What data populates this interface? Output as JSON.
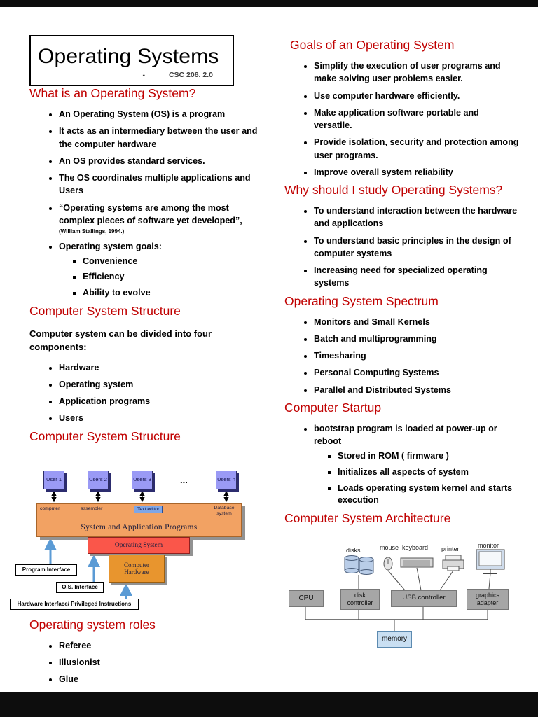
{
  "colors": {
    "heading_red": "#c00000",
    "apps_box_orange": "#f2a263",
    "os_box_red": "#fa564a",
    "hardware_box_orange": "#e8952e",
    "user_box_purple": "#9a9af5",
    "controller_gray": "#a6a6a6",
    "memory_blue": "#c9dff2"
  },
  "title_box": {
    "title": "Operating Systems",
    "dash": "-",
    "course": "CSC 208. 2.0"
  },
  "left": {
    "what_is": {
      "heading": "What is an Operating System?",
      "items": [
        "An Operating System (OS) is a program",
        "It acts as an intermediary between the user and the computer hardware",
        "An OS provides standard services.",
        "The OS coordinates multiple applications and Users",
        "“Operating systems are among the most complex pieces of software yet developed”,",
        "Operating system goals:"
      ],
      "citation": "(William Stallings, 1994.)",
      "goals_sub": [
        "Convenience",
        "Efficiency",
        "Ability to evolve"
      ]
    },
    "structure1": {
      "heading": "Computer System Structure",
      "intro": "Computer system can be divided into four components:",
      "items": [
        "Hardware",
        "Operating system",
        "Application programs",
        "Users"
      ]
    },
    "structure2": {
      "heading": "Computer System Structure",
      "diagram": {
        "users": [
          "User 1",
          "Users 2",
          "Users 3",
          "Users n"
        ],
        "ellipsis": "...",
        "top_labels": [
          "computer",
          "assembler",
          "Text editor",
          "Database system"
        ],
        "apps_box": "System and Application Programs",
        "os_box": "Operating System",
        "hw_box": "Computer Hardware",
        "callouts": [
          "Program Interface",
          "O.S. Interface",
          "Hardware Interface/ Privileged Instructions"
        ]
      }
    },
    "roles": {
      "heading": "Operating system roles",
      "items": [
        "Referee",
        "Illusionist",
        "Glue"
      ]
    }
  },
  "right": {
    "goals": {
      "heading": "Goals of an Operating System",
      "items": [
        "Simplify the execution of user programs and make solving user problems easier.",
        "Use computer hardware efficiently.",
        "Make application software portable and versatile.",
        "Provide isolation, security and protection among user programs.",
        "Improve overall system reliability"
      ]
    },
    "why_study": {
      "heading": "Why should I study Operating Systems?",
      "items": [
        "To understand interaction between the hardware and applications",
        "To understand basic principles in the design of computer systems",
        "Increasing need for specialized operating systems"
      ]
    },
    "spectrum": {
      "heading": "Operating System Spectrum",
      "items": [
        "Monitors and Small Kernels",
        "Batch and multiprogramming",
        "Timesharing",
        "Personal Computing Systems",
        "Parallel and Distributed Systems"
      ]
    },
    "startup": {
      "heading": "Computer Startup",
      "item": "bootstrap program is loaded at power-up or reboot",
      "sub_items": [
        "Stored in ROM ( firmware )",
        "Initializes all aspects of system",
        "Loads operating system kernel and starts execution"
      ]
    },
    "architecture": {
      "heading": "Computer System Architecture",
      "diagram": {
        "device_labels": [
          "disks",
          "mouse",
          "keyboard",
          "printer",
          "monitor"
        ],
        "cpu": "CPU",
        "disk_controller": "disk controller",
        "usb_controller": "USB controller",
        "graphics_adapter": "graphics adapter",
        "memory": "memory"
      }
    }
  }
}
